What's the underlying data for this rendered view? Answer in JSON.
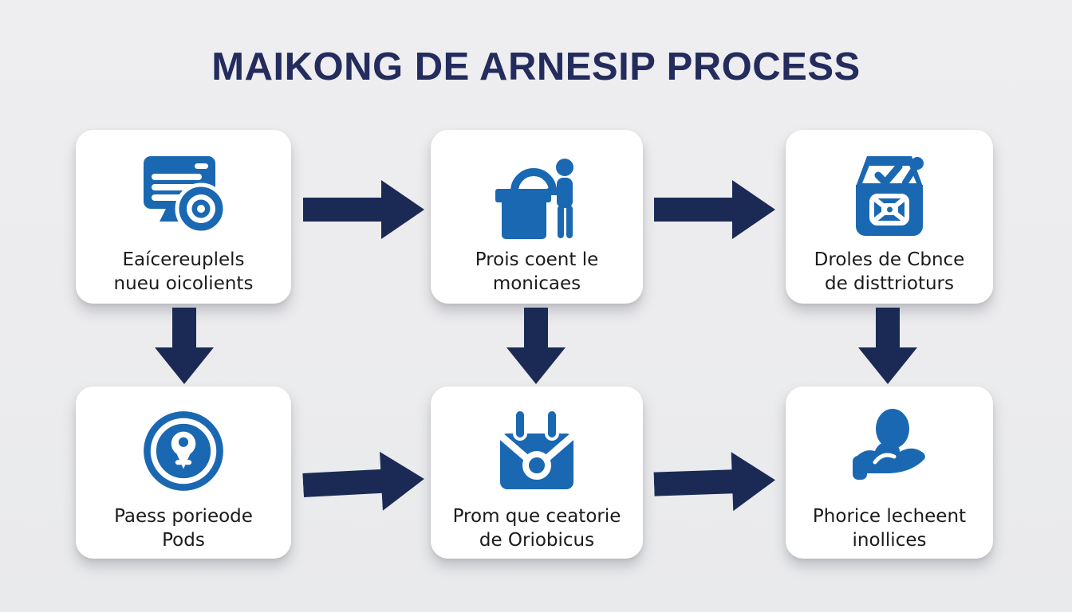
{
  "title": "MAIKONG DE ARNESIP PROCESS",
  "colors": {
    "icon_blue": "#1a68b2",
    "arrow_navy": "#1b2a55",
    "title_navy": "#232c5c",
    "card_bg": "#ffffff",
    "page_bg": "#ececee",
    "text_dark": "#1b1b1d"
  },
  "steps": [
    {
      "icon": "server-disc-icon",
      "line1": "Eaícereuplels",
      "line2": "nueu oicolients"
    },
    {
      "icon": "basket-person-icon",
      "line1": "Prois coent le",
      "line2": "monicaes"
    },
    {
      "icon": "ballot-box-icon",
      "line1": "Droles de Cbnce",
      "line2": "de disttrioturs"
    },
    {
      "icon": "target-pin-icon",
      "line1": "Paess porieode",
      "line2": "Pods"
    },
    {
      "icon": "envelope-calendar-icon",
      "line1": "Prom que ceatorie",
      "line2": "de Oriobicus"
    },
    {
      "icon": "person-hand-icon",
      "line1": "Phorice lecheent",
      "line2": "inollices"
    }
  ]
}
